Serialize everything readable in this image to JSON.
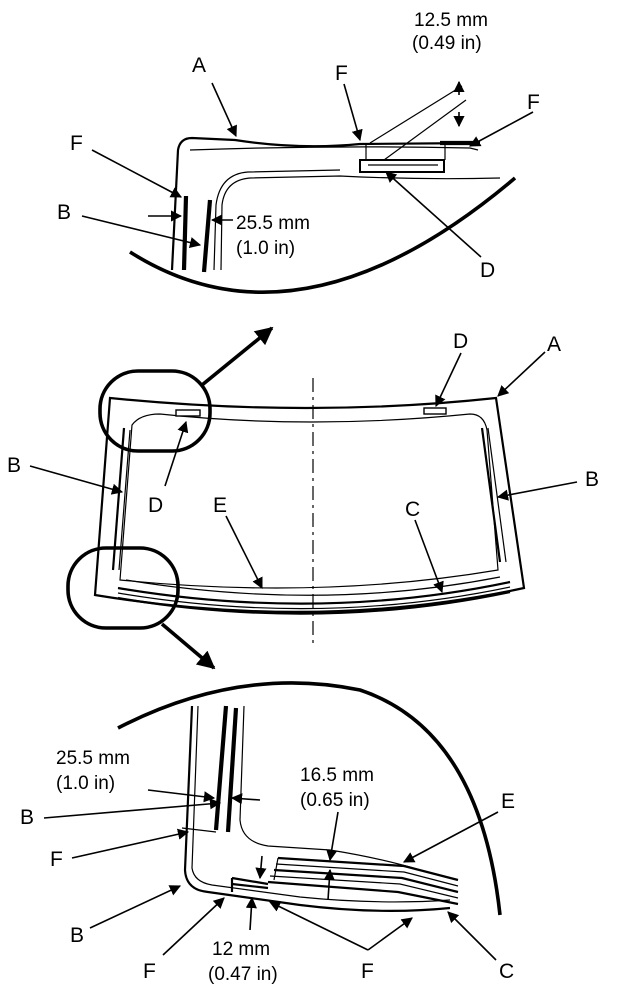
{
  "labels": {
    "a": "A",
    "b": "B",
    "c": "C",
    "d": "D",
    "e": "E",
    "f": "F"
  },
  "dimensions": {
    "top_vertical": {
      "mm": "12.5 mm",
      "in": "(0.49 in)"
    },
    "top_side": {
      "mm": "25.5 mm",
      "in": "(1.0 in)"
    },
    "bottom_side": {
      "mm": "25.5 mm",
      "in": "(1.0 in)"
    },
    "bottom_upper": {
      "mm": "16.5 mm",
      "in": "(0.65 in)"
    },
    "bottom_lower": {
      "mm": "12 mm",
      "in": "(0.47 in)"
    }
  }
}
